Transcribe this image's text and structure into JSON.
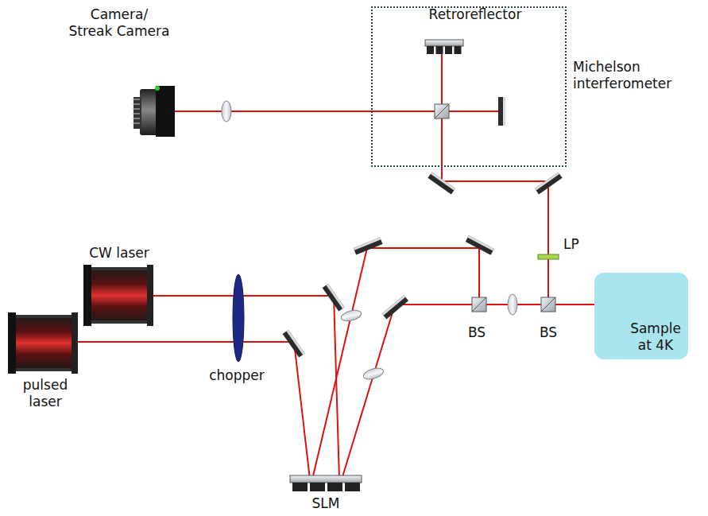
{
  "diagram": {
    "nodes": [
      {
        "text": [
          "Michelson interferometer"
        ]
      },
      {
        "text": [
          "Sample at 4K"
        ]
      }
    ],
    "labels": [
      "Retroreflector",
      "Camera/ Streak Camera",
      "LP",
      "CW laser",
      "BS",
      "BS",
      "chopper",
      "pulsed laser",
      "SLM"
    ]
  }
}
